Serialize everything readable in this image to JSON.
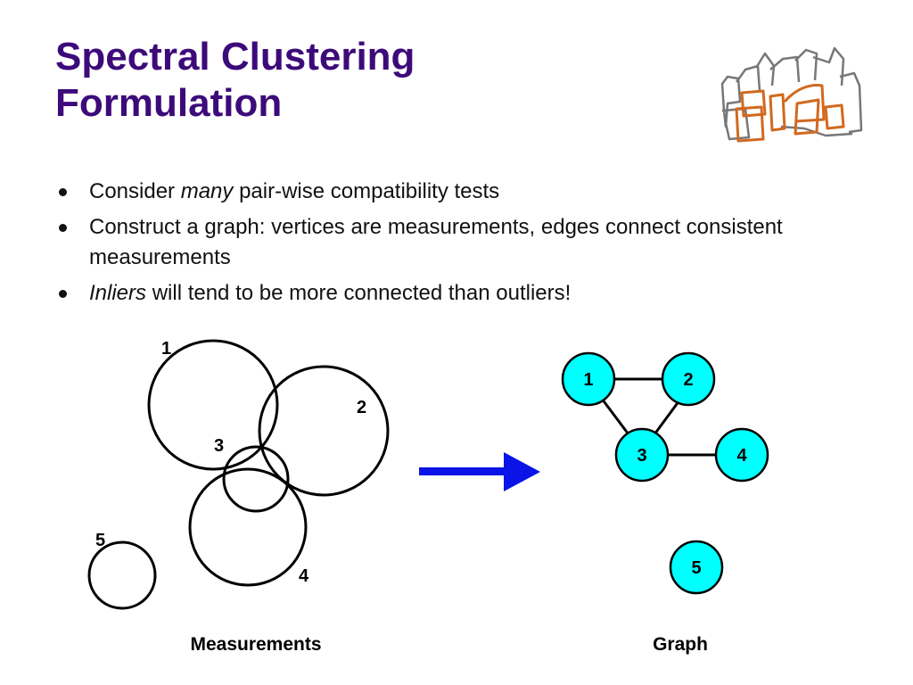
{
  "slide": {
    "title_line1": "Spectral Clustering",
    "title_line2": "Formulation",
    "bullets": [
      {
        "pre": "Consider ",
        "em": "many",
        "post": " pair-wise compatibility tests"
      },
      {
        "pre": "Construct a graph: vertices are measurements, edges connect consistent measurements",
        "em": "",
        "post": ""
      },
      {
        "pre": "",
        "em": "Inliers",
        "post": " will tend to be more connected than outliers!"
      }
    ]
  },
  "measurements": {
    "caption": "Measurements",
    "labels": [
      "1",
      "2",
      "3",
      "4",
      "5"
    ]
  },
  "graph": {
    "caption": "Graph",
    "nodes": [
      "1",
      "2",
      "3",
      "4",
      "5"
    ],
    "edges": [
      [
        "1",
        "2"
      ],
      [
        "1",
        "3"
      ],
      [
        "2",
        "3"
      ],
      [
        "3",
        "4"
      ]
    ],
    "node_fill": "#00ffff"
  },
  "colors": {
    "title": "#3d0a7a",
    "arrow": "#0a14e6",
    "logo_gray": "#777777",
    "logo_orange": "#d2691e"
  },
  "icons": {
    "logo": "city-skyline-logo-icon",
    "arrow": "right-arrow-icon"
  }
}
